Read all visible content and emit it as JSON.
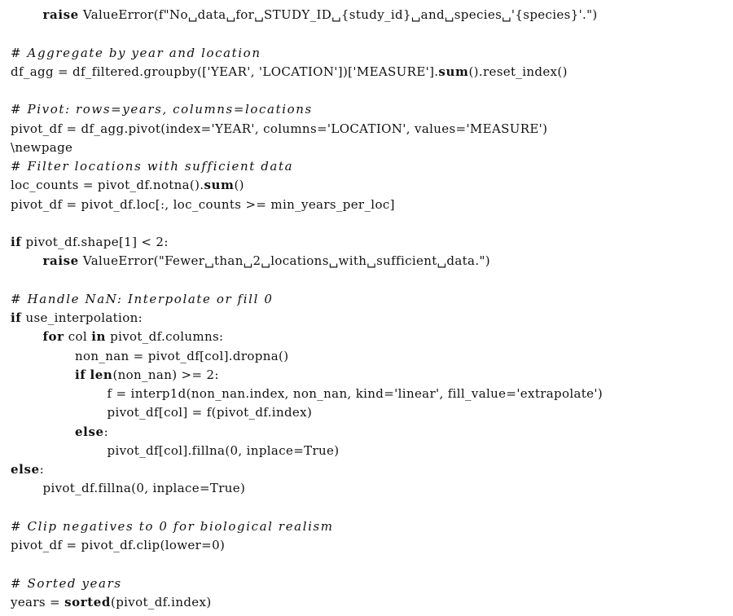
{
  "lines": [
    {
      "indent": 1,
      "tokens": [
        {
          "t": "kw",
          "v": "raise"
        },
        {
          "t": "plain",
          "v": " ValueError(f\"No␣data␣for␣STUDY_ID␣{study_id}␣and␣species␣'{species}'.\")"
        }
      ]
    },
    {
      "indent": 0,
      "tokens": []
    },
    {
      "indent": 0,
      "tokens": [
        {
          "t": "com",
          "v": "# Aggregate by year and location"
        }
      ]
    },
    {
      "indent": 0,
      "tokens": [
        {
          "t": "plain",
          "v": "df_agg = df_filtered.groupby(['YEAR', 'LOCATION'])['MEASURE']."
        },
        {
          "t": "kw",
          "v": "sum"
        },
        {
          "t": "plain",
          "v": "().reset_index()"
        }
      ]
    },
    {
      "indent": 0,
      "tokens": []
    },
    {
      "indent": 0,
      "tokens": [
        {
          "t": "com",
          "v": "# Pivot: rows=years, columns=locations"
        }
      ]
    },
    {
      "indent": 0,
      "tokens": [
        {
          "t": "plain",
          "v": "pivot_df = df_agg.pivot(index='YEAR', columns='LOCATION', values='MEASURE')"
        }
      ]
    },
    {
      "indent": 0,
      "tokens": [
        {
          "t": "plain",
          "v": "\\newpage"
        }
      ]
    },
    {
      "indent": 0,
      "tokens": [
        {
          "t": "com",
          "v": "# Filter locations with sufficient data"
        }
      ]
    },
    {
      "indent": 0,
      "tokens": [
        {
          "t": "plain",
          "v": "loc_counts = pivot_df.notna()."
        },
        {
          "t": "kw",
          "v": "sum"
        },
        {
          "t": "plain",
          "v": "()"
        }
      ]
    },
    {
      "indent": 0,
      "tokens": [
        {
          "t": "plain",
          "v": "pivot_df = pivot_df.loc[:, loc_counts >= min_years_per_loc]"
        }
      ]
    },
    {
      "indent": 0,
      "tokens": []
    },
    {
      "indent": 0,
      "tokens": [
        {
          "t": "kw",
          "v": "if"
        },
        {
          "t": "plain",
          "v": " pivot_df.shape[1] < 2:"
        }
      ]
    },
    {
      "indent": 1,
      "tokens": [
        {
          "t": "kw",
          "v": "raise"
        },
        {
          "t": "plain",
          "v": " ValueError(\"Fewer␣than␣2␣locations␣with␣sufficient␣data.\")"
        }
      ]
    },
    {
      "indent": 0,
      "tokens": []
    },
    {
      "indent": 0,
      "tokens": [
        {
          "t": "com",
          "v": "# Handle NaN: Interpolate or fill 0"
        }
      ]
    },
    {
      "indent": 0,
      "tokens": [
        {
          "t": "kw",
          "v": "if"
        },
        {
          "t": "plain",
          "v": " use_interpolation:"
        }
      ]
    },
    {
      "indent": 1,
      "tokens": [
        {
          "t": "kw",
          "v": "for"
        },
        {
          "t": "plain",
          "v": " col "
        },
        {
          "t": "kw",
          "v": "in"
        },
        {
          "t": "plain",
          "v": " pivot_df.columns:"
        }
      ]
    },
    {
      "indent": 2,
      "tokens": [
        {
          "t": "plain",
          "v": "non_nan = pivot_df[col].dropna()"
        }
      ]
    },
    {
      "indent": 2,
      "tokens": [
        {
          "t": "kw",
          "v": "if"
        },
        {
          "t": "plain",
          "v": " "
        },
        {
          "t": "kw",
          "v": "len"
        },
        {
          "t": "plain",
          "v": "(non_nan) >= 2:"
        }
      ]
    },
    {
      "indent": 3,
      "tokens": [
        {
          "t": "plain",
          "v": "f = interp1d(non_nan.index, non_nan, kind='linear', fill_value='extrapolate')"
        }
      ]
    },
    {
      "indent": 3,
      "tokens": [
        {
          "t": "plain",
          "v": "pivot_df[col] = f(pivot_df.index)"
        }
      ]
    },
    {
      "indent": 2,
      "tokens": [
        {
          "t": "kw",
          "v": "else"
        },
        {
          "t": "plain",
          "v": ":"
        }
      ]
    },
    {
      "indent": 3,
      "tokens": [
        {
          "t": "plain",
          "v": "pivot_df[col].fillna(0, inplace=True)"
        }
      ]
    },
    {
      "indent": 0,
      "tokens": [
        {
          "t": "kw",
          "v": "else"
        },
        {
          "t": "plain",
          "v": ":"
        }
      ]
    },
    {
      "indent": 1,
      "tokens": [
        {
          "t": "plain",
          "v": "pivot_df.fillna(0, inplace=True)"
        }
      ]
    },
    {
      "indent": 0,
      "tokens": []
    },
    {
      "indent": 0,
      "tokens": [
        {
          "t": "com",
          "v": "# Clip negatives to 0 for biological realism"
        }
      ]
    },
    {
      "indent": 0,
      "tokens": [
        {
          "t": "plain",
          "v": "pivot_df = pivot_df.clip(lower=0)"
        }
      ]
    },
    {
      "indent": 0,
      "tokens": []
    },
    {
      "indent": 0,
      "tokens": [
        {
          "t": "com",
          "v": "# Sorted years"
        }
      ]
    },
    {
      "indent": 0,
      "tokens": [
        {
          "t": "plain",
          "v": "years = "
        },
        {
          "t": "kw",
          "v": "sorted"
        },
        {
          "t": "plain",
          "v": "(pivot_df.index)"
        }
      ]
    }
  ]
}
